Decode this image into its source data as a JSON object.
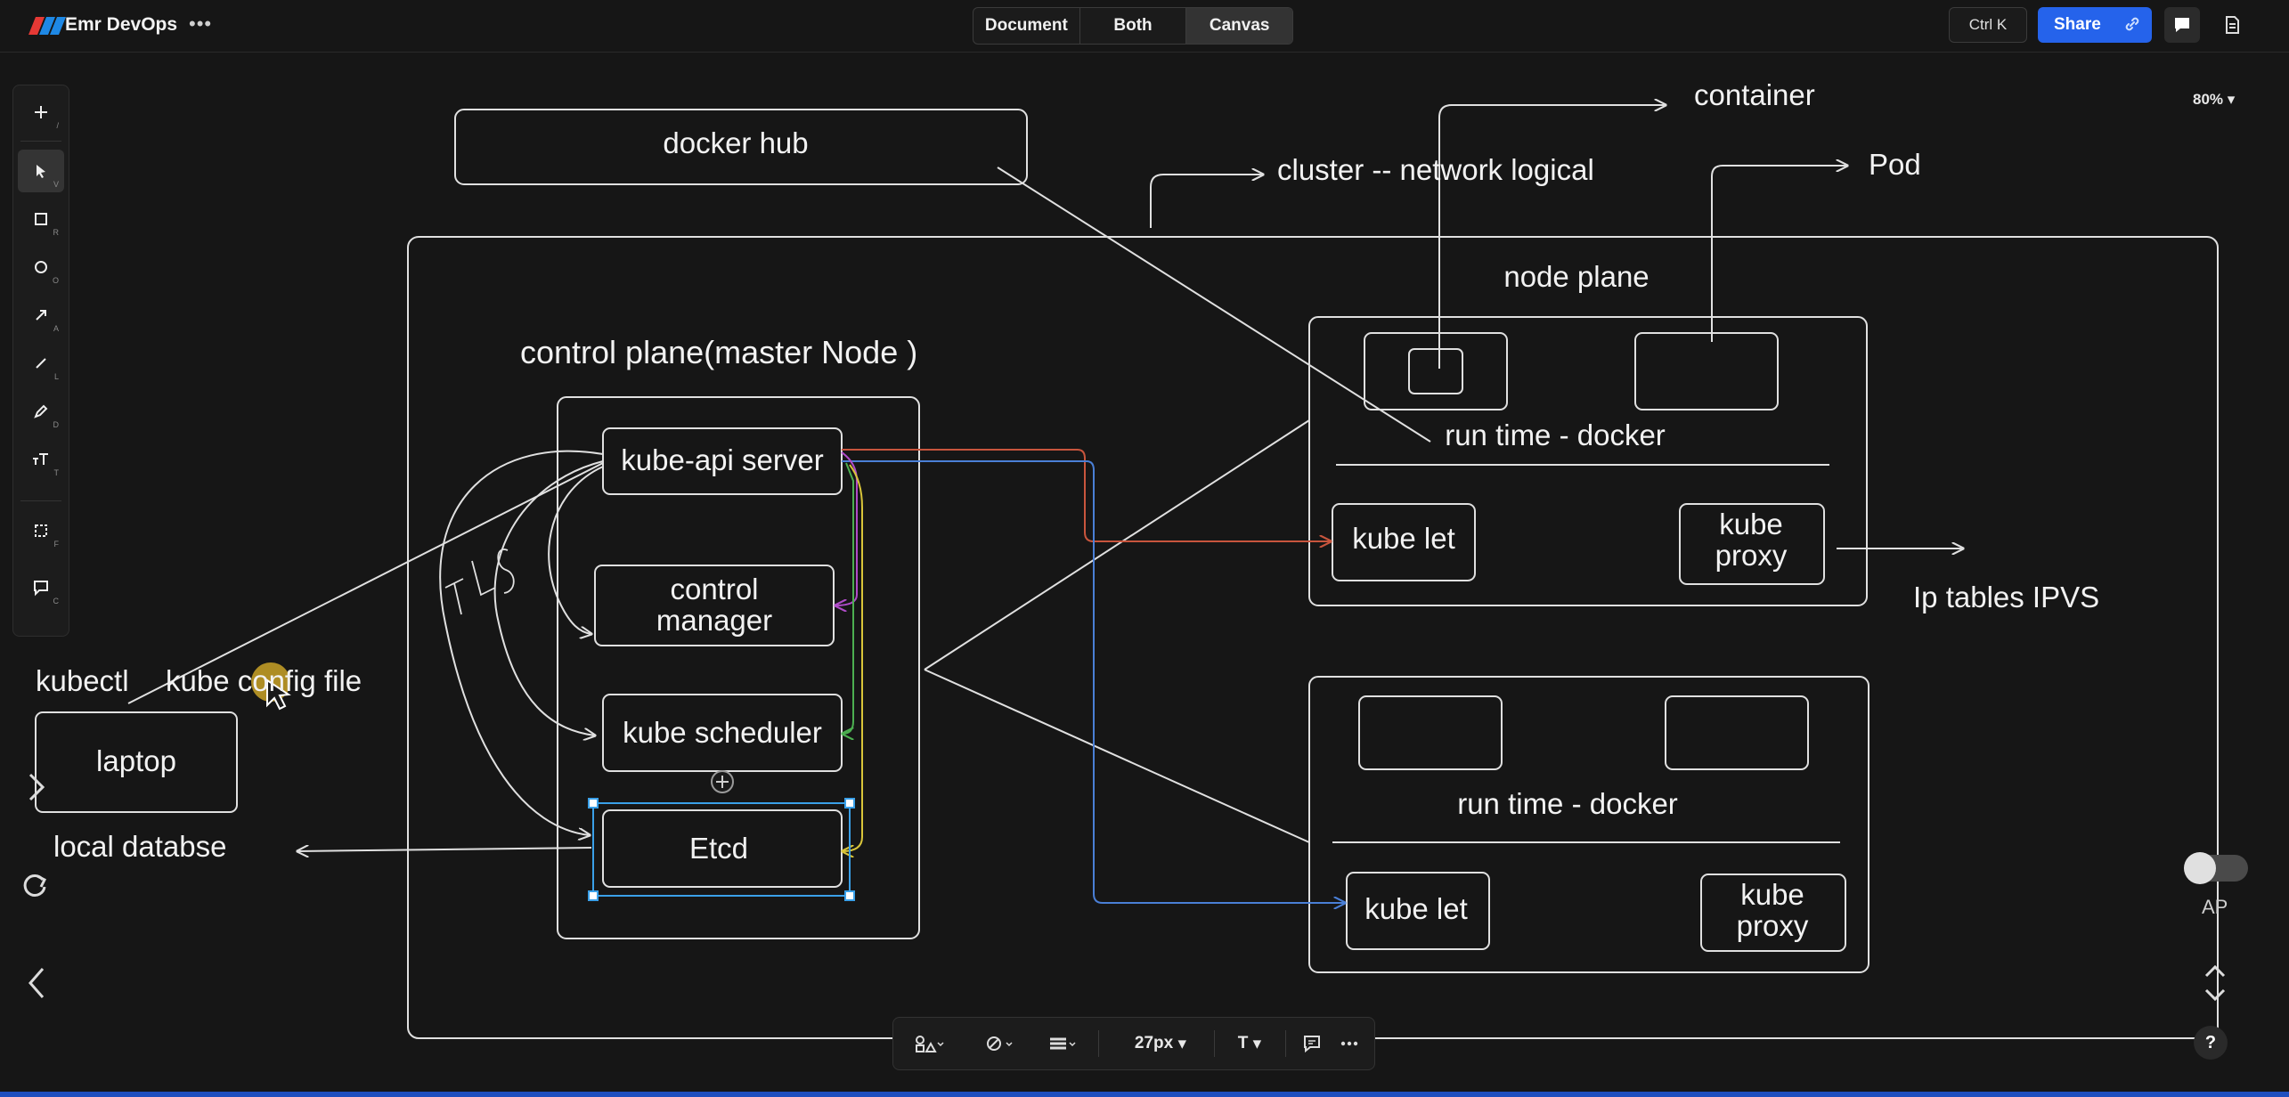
{
  "header": {
    "app_title": "Emr DevOps",
    "more": "•••",
    "view_tabs": [
      "Document",
      "Both",
      "Canvas"
    ],
    "active_view": "Canvas",
    "shortcut": "Ctrl K",
    "share_label": "Share"
  },
  "toolbar": {
    "tools": [
      {
        "icon": "plus-icon",
        "key": "/"
      },
      {
        "icon": "select-arrow-icon",
        "key": "V"
      },
      {
        "icon": "rectangle-icon",
        "key": "R"
      },
      {
        "icon": "ellipse-icon",
        "key": "O"
      },
      {
        "icon": "arrow-icon",
        "key": "A"
      },
      {
        "icon": "line-icon",
        "key": "L"
      },
      {
        "icon": "pencil-icon",
        "key": "D"
      },
      {
        "icon": "text-icon",
        "key": "T"
      },
      {
        "icon": "frame-icon",
        "key": "F"
      },
      {
        "icon": "comment-icon",
        "key": "C"
      }
    ]
  },
  "canvas": {
    "zoom": "80%",
    "labels": {
      "docker_hub": "docker hub",
      "container": "container",
      "cluster": "cluster -- network logical",
      "pod": "Pod",
      "node_plane": "node plane",
      "control_plane": "control plane(master Node )",
      "kube_api": "kube-api server",
      "control_manager": "control\nmanager",
      "kube_scheduler": "kube scheduler",
      "etcd": "Etcd",
      "runtime_1": "run time - docker",
      "kubelet_1": "kube let",
      "kube_proxy_1": "kube\nproxy",
      "ip_tables": "Ip tables IPVS",
      "runtime_2": "run time - docker",
      "kubelet_2": "kube let",
      "kube_proxy_2": "kube\nproxy",
      "kubectl": "kubectl",
      "kube_config": "kube config file",
      "laptop": "laptop",
      "local_db": "local databse",
      "tls": "TLS"
    },
    "colors": {
      "red_arrow": "#c8553d",
      "blue_arrow": "#4a7fd6",
      "yellow_arrow": "#d9c53a",
      "green_arrow": "#4caf50",
      "purple_arrow": "#b04cc9",
      "selection": "#3aa0e8"
    }
  },
  "format_bar": {
    "font_size": "27px",
    "text_tool": "T"
  },
  "side": {
    "ap_label": "AP",
    "help": "?"
  }
}
